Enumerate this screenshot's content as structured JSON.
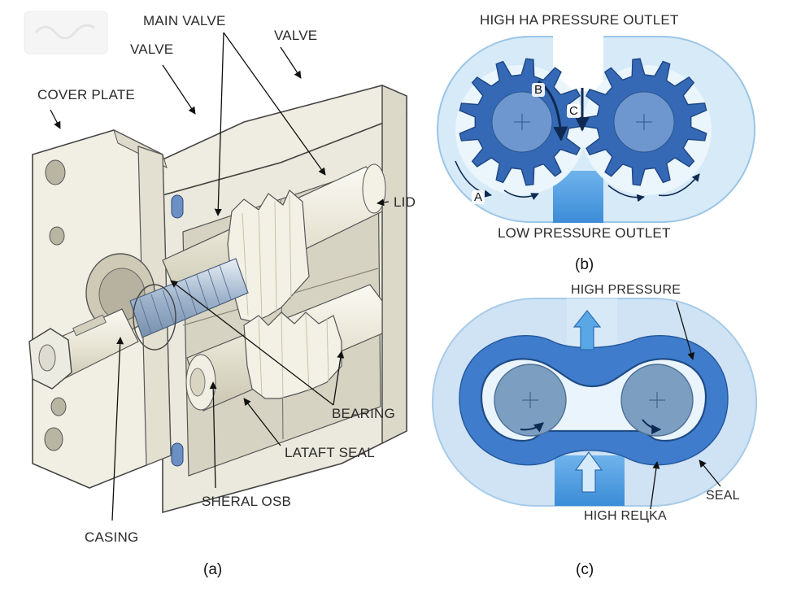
{
  "panel_a": {
    "caption": "(a)",
    "labels": {
      "main_valve": "MAIN VALVE",
      "valve_left": "VALVE",
      "valve_right": "VALVE",
      "cover_plate": "COVER PLATE",
      "lid": "LID",
      "bearing": "BEARING",
      "lataft_seal": "LATAFT SEAL",
      "sheral_osb": "SHERAL OSB",
      "casing": "CASING"
    }
  },
  "panel_b": {
    "caption": "(b)",
    "labels": {
      "top": "HIGH HA PRESSURE OUTLET",
      "bottom": "LOW PRESSURE OUTLET",
      "point_a": "A",
      "point_b": "B",
      "point_c": "C"
    }
  },
  "panel_c": {
    "caption": "(c)",
    "labels": {
      "high_pressure": "HIGH PRESSURE",
      "seal": "SEAL",
      "high_reka": "HIGH REЦKA"
    }
  },
  "colors": {
    "casing_light": "#e2f0fa",
    "casing_mid": "#a8cdea",
    "gear_blue": "#2d6cc0",
    "port_blue": "#4a9be0",
    "part_cream": "#f1efe4"
  }
}
